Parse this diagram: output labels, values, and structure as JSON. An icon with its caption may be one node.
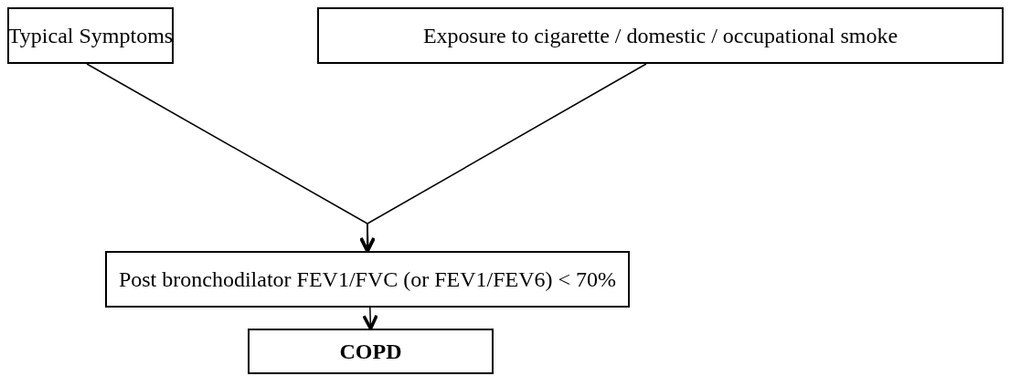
{
  "diagram": {
    "nodes": [
      {
        "text": [
          "Typical Symptoms"
        ]
      },
      {
        "text": [
          "Exposure to cigarette / domestic / occupational smoke"
        ]
      },
      {
        "text": [
          "Post bronchodilator FEV1/FVC (or FEV1/FEV6) < 70%"
        ]
      },
      {
        "text": [
          "COPD"
        ]
      }
    ],
    "edges": [
      {
        "from": 0,
        "to": 2,
        "arrow": "to"
      },
      {
        "from": 1,
        "to": 2,
        "arrow": "to"
      },
      {
        "from": 2,
        "to": 3,
        "arrow": "to"
      }
    ]
  }
}
